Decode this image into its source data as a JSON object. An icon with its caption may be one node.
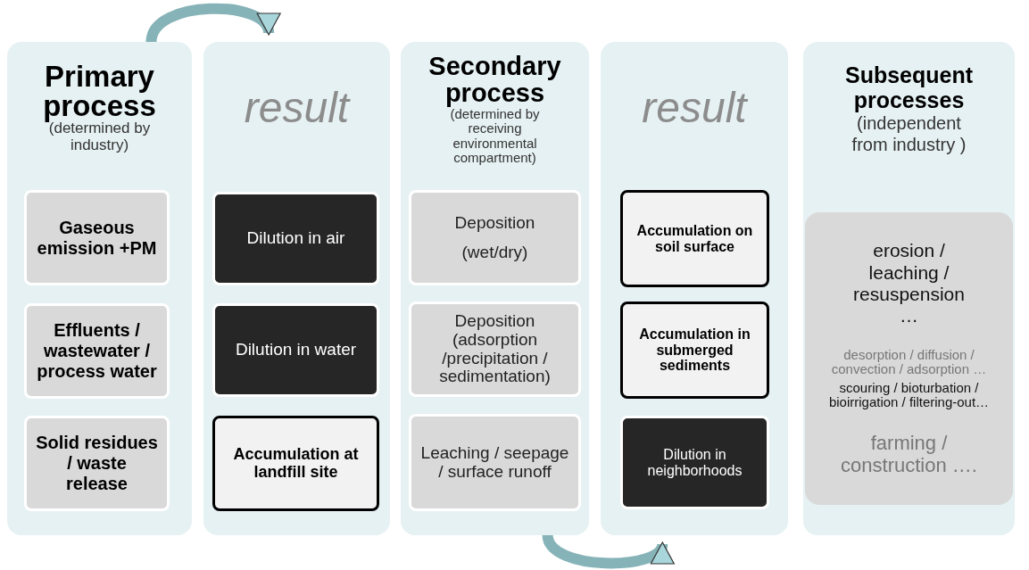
{
  "diagram": {
    "nodes": [
      {
        "text": [
          "Primary process",
          "(determined by industry)"
        ]
      },
      {
        "text": [
          "Gaseous emission +PM"
        ],
        "in": 0
      },
      {
        "text": [
          "Effluents / wastewater / process water"
        ],
        "in": 0
      },
      {
        "text": [
          "Solid residues / waste release"
        ],
        "in": 0
      },
      {
        "text": [
          "result"
        ]
      },
      {
        "text": [
          "Dilution in air"
        ],
        "in": 4
      },
      {
        "text": [
          "Dilution in water"
        ],
        "in": 4
      },
      {
        "text": [
          "Accumulation at landfill site"
        ],
        "in": 4
      },
      {
        "text": [
          "Secondary process",
          "(determined by receiving environmental compartment)"
        ]
      },
      {
        "text": [
          "Deposition",
          "(wet/dry)"
        ],
        "in": 8
      },
      {
        "text": [
          "Deposition (adsorption /precipitation / sedimentation)"
        ],
        "in": 8
      },
      {
        "text": [
          "Leaching / seepage / surface runoff"
        ],
        "in": 8
      },
      {
        "text": [
          "result"
        ]
      },
      {
        "text": [
          "Accumulation on soil surface"
        ],
        "in": 12
      },
      {
        "text": [
          "Accumulation in submerged sediments"
        ],
        "in": 12
      },
      {
        "text": [
          "Dilution in neighborhoods"
        ],
        "in": 12
      },
      {
        "text": [
          "Subsequent processes",
          "(independent from industry )"
        ]
      },
      {
        "text": [
          "erosion / leaching / resuspension …",
          "desorption / diffusion / convection / adsorption …",
          "scouring / bioturbation / bioirrigation / filtering-out…",
          "farming / construction …."
        ],
        "in": 16
      }
    ],
    "edges": [
      {
        "from": 0,
        "to": 4,
        "arrow": "to"
      },
      {
        "from": 8,
        "to": 12,
        "arrow": "to"
      }
    ]
  }
}
